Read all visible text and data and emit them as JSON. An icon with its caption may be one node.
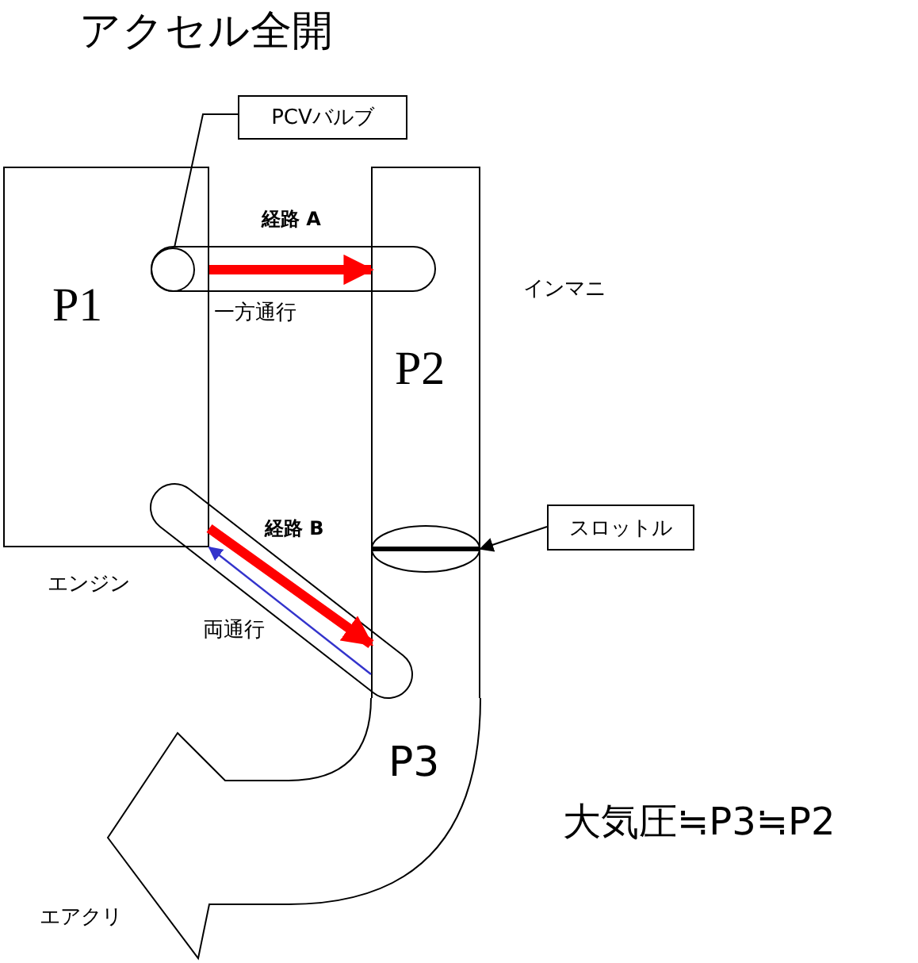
{
  "diagram": {
    "title": "アクセル全開",
    "nodes": [
      {
        "text": [
          "P1"
        ]
      },
      {
        "text": [
          "P2"
        ],
        "beside": [
          "インマニ"
        ]
      },
      {
        "text": [
          "PCVバルブ"
        ]
      },
      {
        "text": [],
        "shape": "circle",
        "in": 0
      },
      {
        "text": [
          "スロットル"
        ]
      },
      {
        "text": [],
        "shape": "circle",
        "in": 1
      },
      {
        "text": [
          "P3"
        ],
        "beside": [
          "エアクリ"
        ]
      }
    ],
    "edges": [
      {
        "from": 2,
        "to": 3,
        "arrow": "none"
      },
      {
        "from": 4,
        "to": 5,
        "arrow": "to"
      },
      {
        "from": 0,
        "to": 1,
        "arrow": "to",
        "label": "経路 A",
        "style": "thick",
        "color": "#ff0000"
      },
      {
        "from": 0,
        "to": 1,
        "arrow": "to",
        "label": "経路 B",
        "style": "thick",
        "color": "#ff0000"
      },
      {
        "from": 1,
        "to": 0,
        "arrow": "to",
        "color": "#3333cc"
      }
    ],
    "labels": [
      "一方通行",
      "エンジン",
      "両通行",
      "大気圧≒P3≒P2"
    ]
  }
}
